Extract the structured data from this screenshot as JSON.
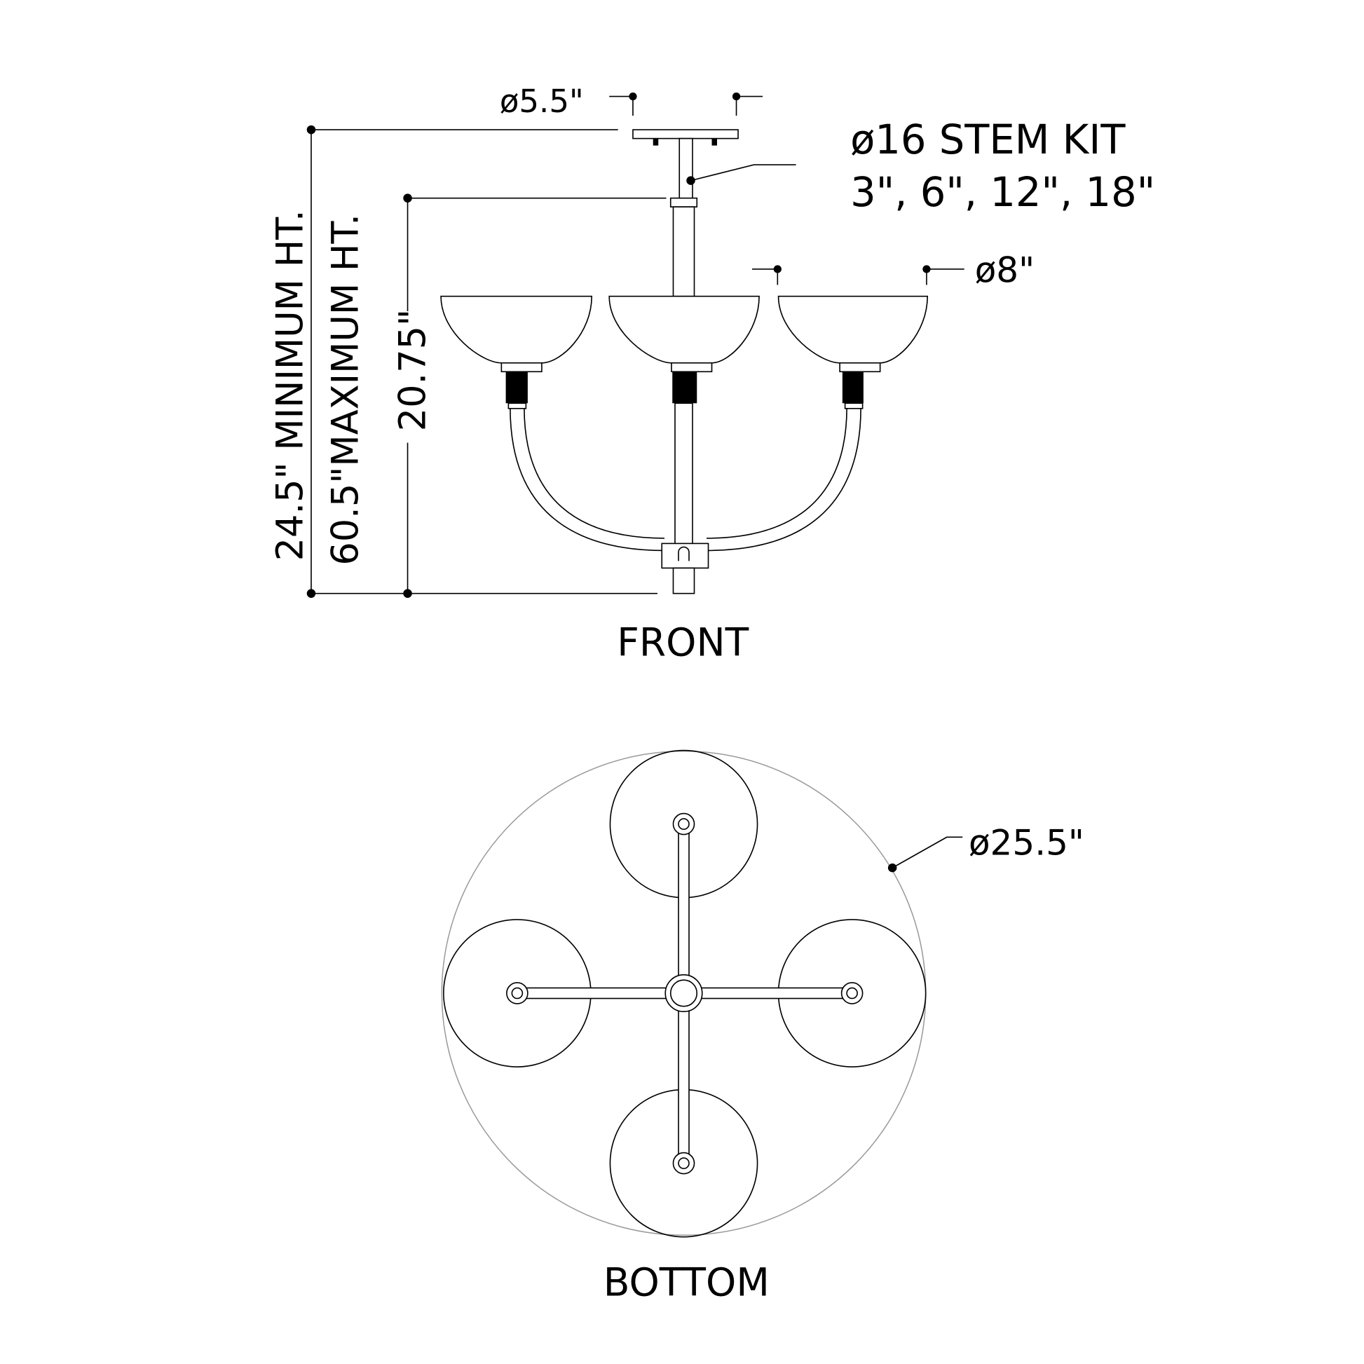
{
  "front_view": {
    "label": "FRONT",
    "canopy_diameter": "ø5.5\"",
    "stem_kit_title": "ø16 STEM KIT",
    "stem_kit_lengths": "3\", 6\", 12\", 18\"",
    "shade_diameter": "ø8\"",
    "min_height": "24.5\" MINIMUM HT.",
    "max_height": "60.5\"MAXIMUM HT.",
    "fixture_height": "20.75\""
  },
  "bottom_view": {
    "label": "BOTTOM",
    "overall_diameter": "ø25.5\""
  }
}
